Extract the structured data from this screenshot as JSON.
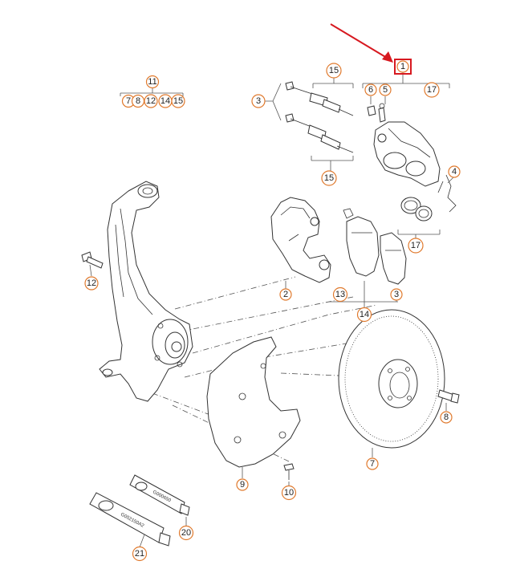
{
  "diagram": {
    "highlight_color": "#d71920",
    "callout_color": "#e07a2e",
    "callouts": {
      "c1": "1",
      "c2": "2",
      "c3_top": "3",
      "c3_pads": "3",
      "c4": "4",
      "c5": "5",
      "c6": "6",
      "c7": "7",
      "c8": "8",
      "c9": "9",
      "c10": "10",
      "c11": "11",
      "c12": "12",
      "c13": "13",
      "c14": "14",
      "c15_top": "15",
      "c15_bottom": "15",
      "c17_top": "17",
      "c17_bottom": "17",
      "c20": "20",
      "c21": "21"
    },
    "kit_legend": {
      "head": "11",
      "items": [
        "7",
        "8",
        "12",
        "14",
        "15"
      ]
    },
    "tube_labels": {
      "small": "G000650",
      "large": "G052150A2"
    }
  }
}
